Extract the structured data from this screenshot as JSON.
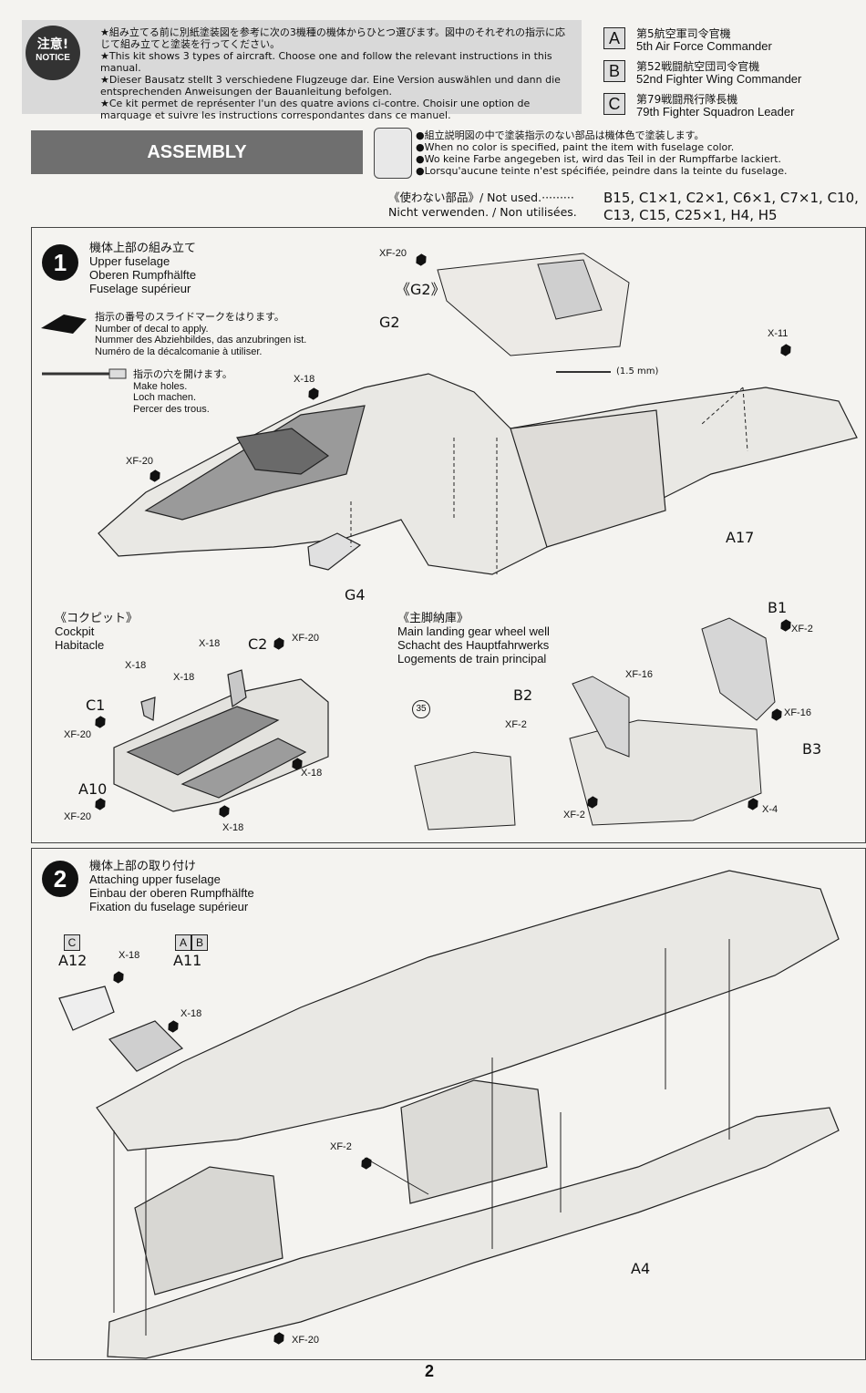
{
  "notice": {
    "badge_jp": "注意!",
    "badge_en": "NOTICE",
    "lines": [
      "★組み立てる前に別紙塗装図を参考に次の3機種の機体からひとつ選びます。図中のそれぞれの指示に応じて組み立てと塗装を行ってください。",
      "★This kit shows 3 types of aircraft. Choose one and follow the relevant instructions in this manual.",
      "★Dieser Bausatz stellt 3 verschiedene Flugzeuge dar. Eine Version auswählen und dann die entsprechenden Anweisungen der Bauanleitung befolgen.",
      "★Ce kit permet de représenter l'un des quatre avions ci-contre. Choisir une option de marquage et suivre les instructions correspondantes dans ce manuel."
    ]
  },
  "versions": [
    {
      "letter": "A",
      "jp": "第5航空軍司令官機",
      "en": "5th Air Force Commander"
    },
    {
      "letter": "B",
      "jp": "第52戦闘航空団司令官機",
      "en": "52nd Fighter Wing Commander"
    },
    {
      "letter": "C",
      "jp": "第79戦闘飛行隊長機",
      "en": "79th Fighter Squadron Leader"
    }
  ],
  "assembly_title": "ASSEMBLY",
  "color_note": [
    "●組立説明図の中で塗装指示のない部品は機体色で塗装します。",
    "●When no color is specified, paint the item with fuselage color.",
    "●Wo keine Farbe angegeben ist, wird das Teil in der Rumpffarbe lackiert.",
    "●Lorsqu'aucune teinte n'est spécifiée, peindre dans la teinte du fuselage."
  ],
  "unused": {
    "label_1": "《使わない部品》/ Not used.·········",
    "label_2": "Nicht verwenden. / Non utilisées.",
    "parts_1": "B15, C1×1, C2×1, C6×1, C7×1, C10,",
    "parts_2": "C13, C15, C25×1, H4, H5"
  },
  "step1": {
    "num": "1",
    "title": [
      "機体上部の組み立て",
      "Upper fuselage",
      "Oberen Rumpfhälfte",
      "Fuselage supérieur"
    ],
    "legend_decal": [
      "指示の番号のスライドマークをはります。",
      "Number of decal to apply.",
      "Nummer des Abziehbildes, das anzubringen ist.",
      "Numéro de la décalcomanie à utiliser."
    ],
    "legend_holes": [
      "指示の穴を開けます。",
      "Make holes.",
      "Loch machen.",
      "Percer des trous."
    ],
    "drill_size": "(1.5 mm)",
    "parts": {
      "g2_detail": "《G2》",
      "g2": "G2",
      "g4": "G4",
      "a17": "A17"
    },
    "paints": {
      "xf20_a": "XF-20",
      "xf20_b": "XF-20",
      "x18": "X-18",
      "x11": "X-11"
    },
    "cockpit": {
      "title": [
        "《コクピット》",
        "Cockpit",
        "Habitacle"
      ],
      "c1": "C1",
      "c2": "C2",
      "a10": "A10",
      "x18_1": "X-18",
      "x18_2": "X-18",
      "x18_3": "X-18",
      "x18_4": "X-18",
      "x18_5": "X-18",
      "xf20_1": "XF-20",
      "xf20_2": "XF-20",
      "xf20_3": "XF-20"
    },
    "wheelwell": {
      "title": [
        "《主脚納庫》",
        "Main landing gear wheel well",
        "Schacht des Hauptfahrwerks",
        "Logements de train principal"
      ],
      "ref": "35",
      "b1": "B1",
      "b2": "B2",
      "b3": "B3",
      "xf2_1": "XF-2",
      "xf2_2": "XF-2",
      "xf2_3": "XF-2",
      "xf16_1": "XF-16",
      "xf16_2": "XF-16",
      "x4": "X-4"
    }
  },
  "step2": {
    "num": "2",
    "title": [
      "機体上部の取り付け",
      "Attaching upper fuselage",
      "Einbau der oberen Rumpfhälfte",
      "Fixation du fuselage supérieur"
    ],
    "version_c": "C",
    "version_a": "A",
    "version_b": "B",
    "a12": "A12",
    "a11": "A11",
    "a4": "A4",
    "x18_1": "X-18",
    "x18_2": "X-18",
    "xf2": "XF-2",
    "xf20": "XF-20"
  },
  "page_number": "2"
}
